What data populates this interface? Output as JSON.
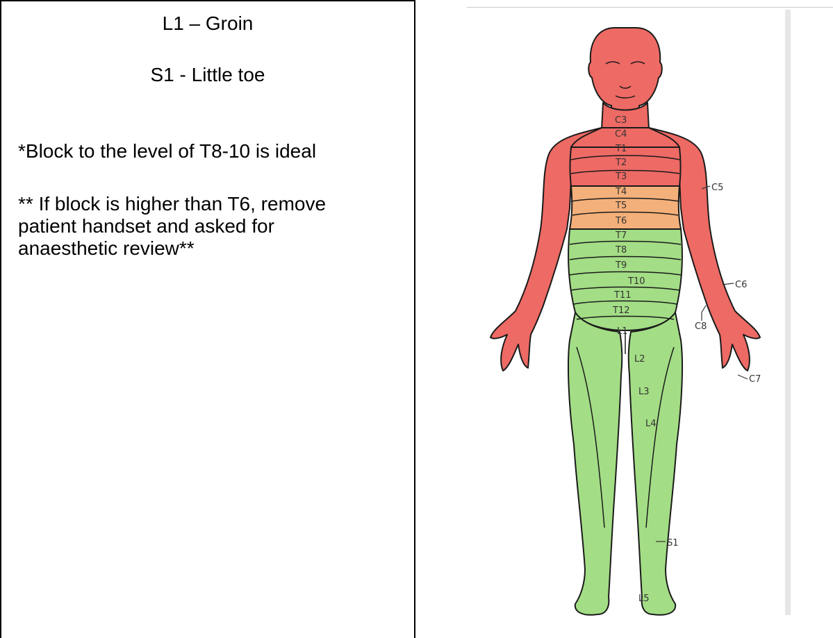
{
  "left_cell": {
    "line1": "L1 – Groin",
    "line2": "S1 - Little toe",
    "line3": "*Block to the level of T8-10 is ideal",
    "line4": "** If block is higher than T6, remove",
    "line5": "patient handset and asked for",
    "line6": "anaesthetic review**"
  },
  "diagram": {
    "labels": {
      "c3": "C3",
      "c4": "C4",
      "t1": "T1",
      "t2": "T2",
      "t3": "T3",
      "t4": "T4",
      "t5": "T5",
      "t6": "T6",
      "t7": "T7",
      "t8": "T8",
      "t9": "T9",
      "t10": "T10",
      "t11": "T11",
      "t12": "T12",
      "l1": "L1",
      "l2": "L2",
      "l3": "L3",
      "l4": "L4",
      "l5": "L5",
      "s1": "S1",
      "c5": "C5",
      "c6": "C6",
      "c7": "C7",
      "c8": "C8"
    },
    "colors": {
      "red": "#ee6a64",
      "orange": "#f4b07a",
      "green": "#a3dd85",
      "outline": "#1a1a1a"
    }
  }
}
